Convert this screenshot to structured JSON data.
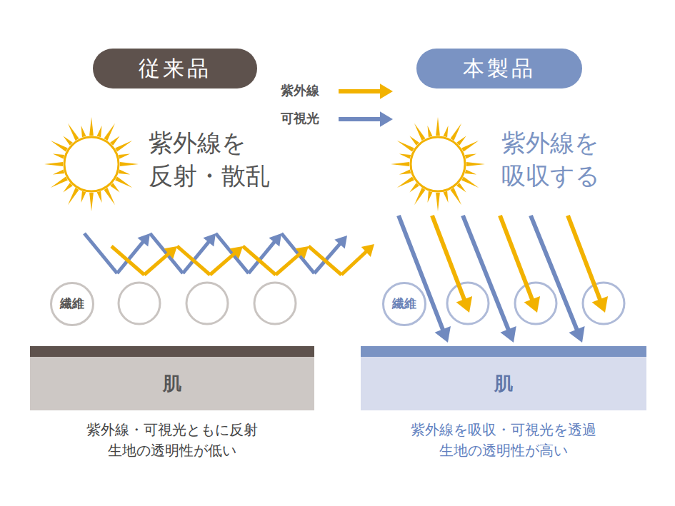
{
  "diagram": {
    "nodes": [
      {
        "text": [
          "従来品"
        ]
      },
      {
        "text": [
          "繊維"
        ]
      },
      {
        "text": [
          "肌"
        ]
      },
      {
        "text": [
          "本製品"
        ]
      },
      {
        "text": [
          "繊維"
        ]
      },
      {
        "text": [
          "肌"
        ]
      }
    ],
    "labels": [
      "紫外線を 反射・散乱",
      "紫外線を 吸収する",
      "紫外線・可視光ともに反射 生地の透明性が低い",
      "紫外線を吸収・可視光を透過 生地の透明性が高い"
    ],
    "legend": [
      {
        "text": "紫外線"
      },
      {
        "text": "可視光"
      }
    ]
  }
}
